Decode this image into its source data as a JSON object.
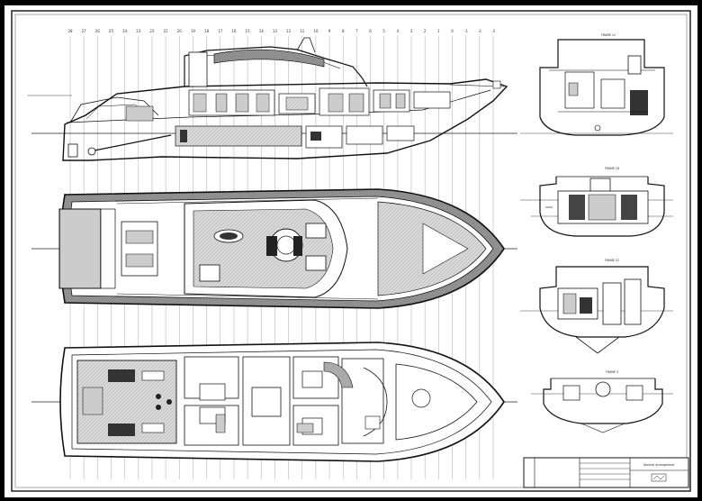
{
  "drawing": {
    "frame_numbers": [
      "28",
      "27",
      "26",
      "25",
      "24",
      "23",
      "22",
      "21",
      "20",
      "19",
      "18",
      "17",
      "16",
      "15",
      "14",
      "13",
      "12",
      "11",
      "10",
      "9",
      "8",
      "7",
      "6",
      "5",
      "4",
      "3",
      "2",
      "1",
      "0",
      "-1",
      "-2",
      "-3"
    ],
    "section_labels": [
      "FRAME 12",
      "FRAME 18",
      "FRAME 22",
      "FRAME 3"
    ],
    "title_block": {
      "project": "General Arrangement",
      "rows": [
        "",
        "",
        "",
        "",
        ""
      ]
    }
  }
}
